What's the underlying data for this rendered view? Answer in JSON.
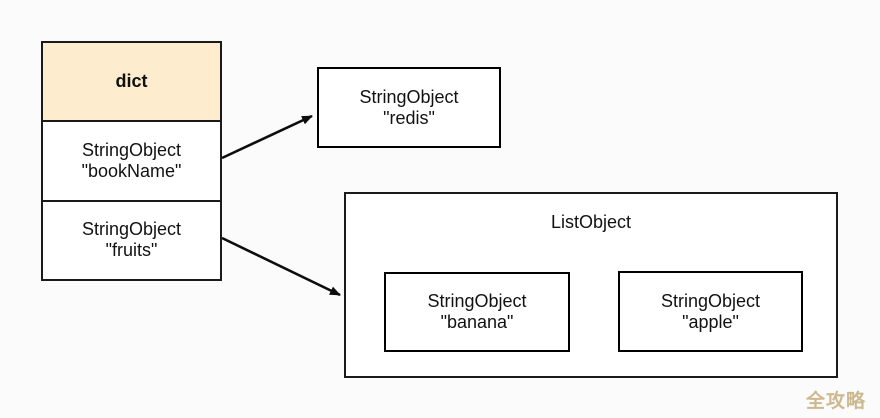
{
  "diagram": {
    "background_color": "#fbfbfb",
    "stroke_color": "#1a1a1a",
    "dict_header_fill": "#fdeccd",
    "watermark": "全攻略",
    "watermark_color": "#cbb68b"
  },
  "dict": {
    "title": "dict",
    "entries": [
      {
        "type": "StringObject",
        "value": "\"bookName\""
      },
      {
        "type": "StringObject",
        "value": "\"fruits\""
      }
    ]
  },
  "redis_node": {
    "type": "StringObject",
    "value": "\"redis\""
  },
  "list_object": {
    "title": "ListObject",
    "items": [
      {
        "type": "StringObject",
        "value": "\"banana\""
      },
      {
        "type": "StringObject",
        "value": "\"apple\""
      }
    ]
  },
  "edges": [
    {
      "name": "bookName-to-redis",
      "from": "dict.entries.0",
      "to": "redis_node"
    },
    {
      "name": "fruits-to-listobject",
      "from": "dict.entries.1",
      "to": "list_object"
    },
    {
      "name": "banana-to-apple",
      "from": "list_object.items.0",
      "to": "list_object.items.1"
    }
  ]
}
